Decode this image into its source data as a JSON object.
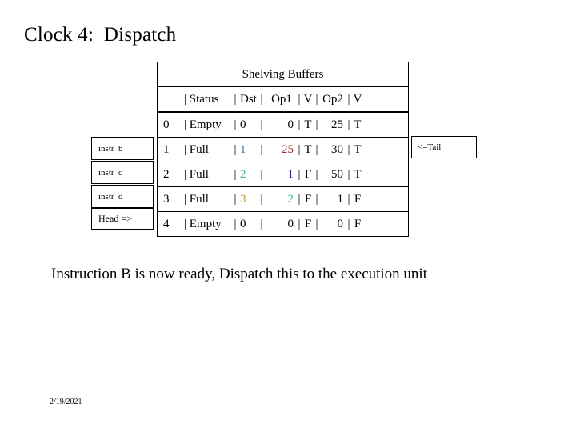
{
  "slide": {
    "title": "Clock 4:  Dispatch",
    "body_text": "Instruction B is now ready, Dispatch this to the execution unit",
    "footer_date": "2/19/2021"
  },
  "table": {
    "caption": "Shelving Buffers",
    "header": {
      "bar0": "|",
      "status": "Status",
      "bar1": "|",
      "dst": "Dst",
      "bar2": "|",
      "op1": "Op1",
      "bar3": "|",
      "v1": "V",
      "bar4": "|",
      "op2": "Op2",
      "bar5": "|",
      "v2": "V"
    },
    "rows": [
      {
        "index": "0",
        "bar0": "|",
        "status": "Empty",
        "bar1": "|",
        "dst": "0",
        "dst_color": "#000000",
        "bar2": "|",
        "op1": "0",
        "op1_color": "#000000",
        "bar3": "|",
        "v1": "T",
        "bar4": "|",
        "op2": "25",
        "bar5": "|",
        "v2": "T"
      },
      {
        "index": "1",
        "bar0": "|",
        "status": "Full",
        "bar1": "|",
        "dst": "1",
        "dst_color": "#3377BB",
        "bar2": "|",
        "op1": "25",
        "op1_color": "#993333",
        "bar3": "|",
        "v1": "T",
        "bar4": "|",
        "op2": "30",
        "bar5": "|",
        "v2": "T"
      },
      {
        "index": "2",
        "bar0": "|",
        "status": "Full",
        "bar1": "|",
        "dst": "2",
        "dst_color": "#33B5A5",
        "bar2": "|",
        "op1": "1",
        "op1_color": "#333399",
        "bar3": "|",
        "v1": "F",
        "bar4": "|",
        "op2": "50",
        "bar5": "|",
        "v2": "T"
      },
      {
        "index": "3",
        "bar0": "|",
        "status": "Full",
        "bar1": "|",
        "dst": "3",
        "dst_color": "#CC9933",
        "bar2": "|",
        "op1": "2",
        "op1_color": "#33B5A5",
        "bar3": "|",
        "v1": "F",
        "bar4": "|",
        "op2": "1",
        "bar5": "|",
        "v2": "F"
      },
      {
        "index": "4",
        "bar0": "|",
        "status": "Empty",
        "bar1": "|",
        "dst": "0",
        "dst_color": "#000000",
        "bar2": "|",
        "op1": "0",
        "op1_color": "#000000",
        "bar3": "|",
        "v1": "F",
        "bar4": "|",
        "op2": "0",
        "bar5": "|",
        "v2": "F"
      }
    ]
  },
  "annotations": {
    "instr_b": "instr  b",
    "instr_c": "instr  c",
    "instr_d": "instr  d",
    "head": "Head =>",
    "tail": "<=Tail"
  }
}
